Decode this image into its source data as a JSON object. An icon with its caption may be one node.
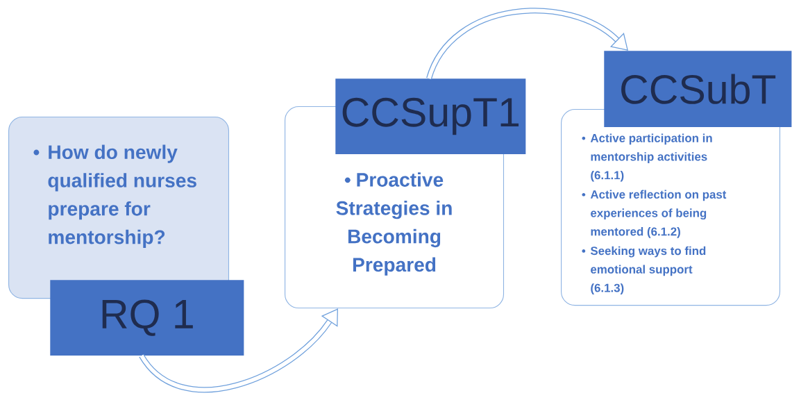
{
  "diagram": {
    "nodes": [
      {
        "text": [
          "How do newly qualified nurses prepare for mentorship?"
        ]
      },
      {
        "text": [
          "RQ 1"
        ]
      },
      {
        "text": [
          "Proactive Strategies in Becoming Prepared"
        ]
      },
      {
        "text": [
          "CCSupT1"
        ]
      },
      {
        "text": [
          "Active participation in mentorship activities (6.1.1)",
          "Active reflection on past experiences of being mentored (6.1.2)",
          "Seeking ways to find emotional support (6.1.3)"
        ]
      },
      {
        "text": [
          "CCSubT"
        ]
      }
    ],
    "edges": [
      {
        "from": 1,
        "to": 2,
        "arrow": "to"
      },
      {
        "from": 3,
        "to": 5,
        "arrow": "to"
      }
    ]
  }
}
